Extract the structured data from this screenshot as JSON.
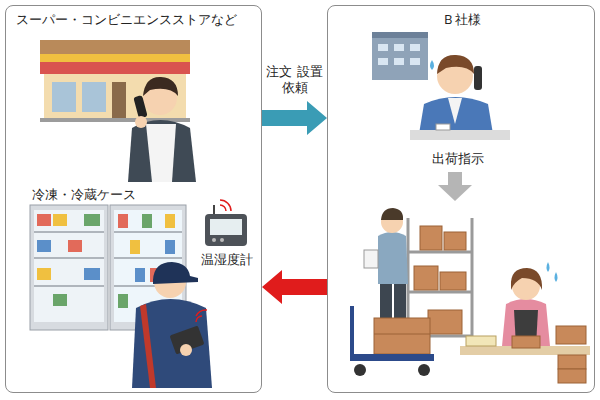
{
  "diagram": {
    "nodes": [
      {
        "text": [
          "スーパー・コンビニエンスストアなど"
        ]
      },
      {
        "text": [
          "Ｂ社様"
        ]
      }
    ],
    "edges": [
      {
        "from": 0,
        "to": 1,
        "label": "注文 設置依頼",
        "arrow": "to"
      },
      {
        "from": 1,
        "to": 0,
        "arrow": "to"
      }
    ],
    "labels": [
      "冷凍・冷蔵ケース",
      "温湿度計",
      "出荷指示"
    ]
  }
}
